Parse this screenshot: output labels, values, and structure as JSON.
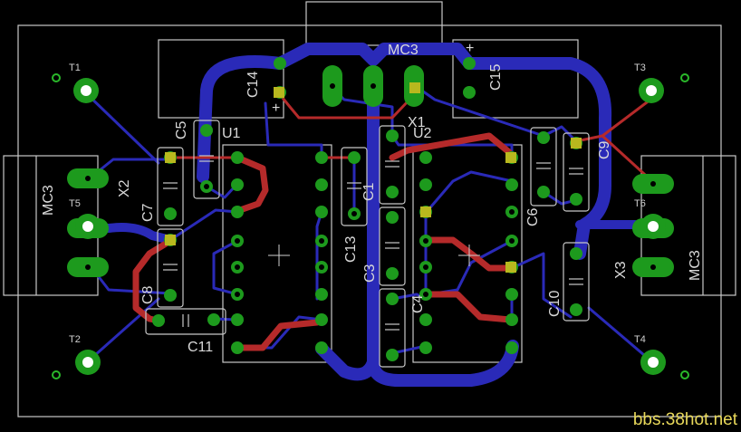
{
  "board": {
    "components": {
      "mc3_top": "MC3",
      "mc3_left": "MC3",
      "mc3_right": "MC3",
      "x1": "X1",
      "x2": "X2",
      "x3": "X3",
      "t1": "T1",
      "t2": "T2",
      "t3": "T3",
      "t4": "T4",
      "t5": "T5",
      "t6": "T6",
      "u1": "U1",
      "u2": "U2",
      "c1": "C1",
      "c3": "C3",
      "c4": "C4",
      "c5": "C5",
      "c6": "C6",
      "c7": "C7",
      "c8": "C8",
      "c9": "C9",
      "c10": "C10",
      "c11": "C11",
      "c13": "C13",
      "c14": "C14",
      "c15": "C15",
      "plus_c14": "+",
      "plus_c15": "+"
    },
    "colors": {
      "bottom_copper": "#2a2ab8",
      "top_copper": "#b52a2a",
      "pad": "#1d9a1d",
      "via": "#b8b81e",
      "outline": "#c8c8c8"
    }
  },
  "watermark": "bbs.38hot.net"
}
